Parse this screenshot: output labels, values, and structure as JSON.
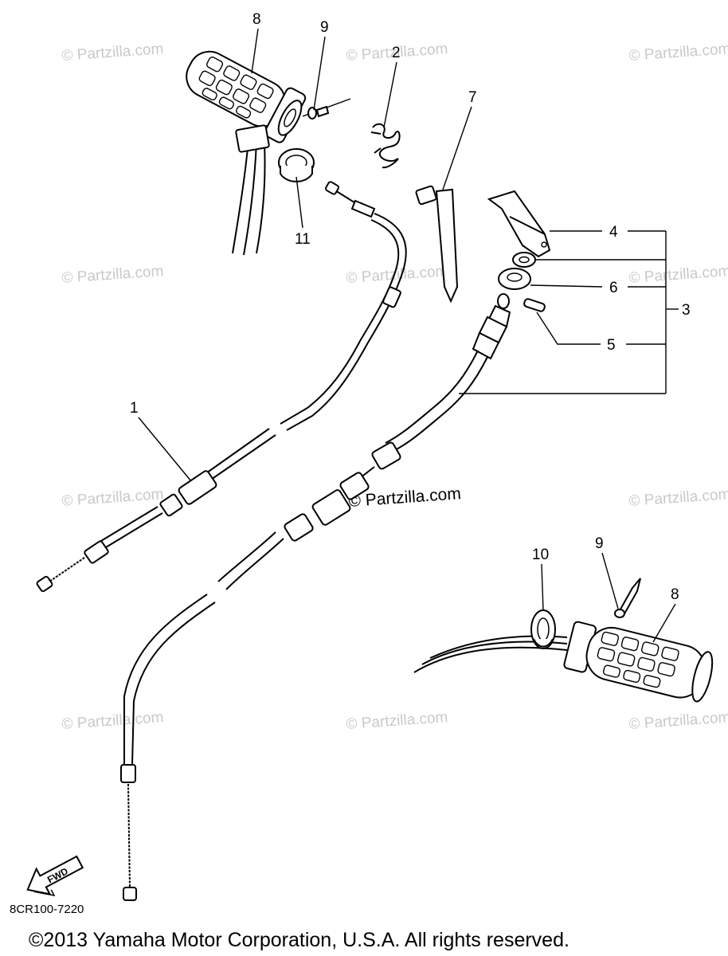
{
  "watermark_text": "© Partzilla.com",
  "center_watermark_text": "© Partzilla.com",
  "diagram_code": "8CR100-7220",
  "fwd_label": "FWD",
  "copyright": "©2013  Yamaha Motor Corporation, U.S.A. All rights reserved.",
  "callouts": {
    "c1": "1",
    "c2": "2",
    "c3": "3",
    "c4": "4",
    "c5": "5",
    "c6": "6",
    "c7": "7",
    "c8_top": "8",
    "c8_bottom": "8",
    "c9_top": "9",
    "c9_bottom": "9",
    "c10": "10",
    "c11": "11"
  }
}
